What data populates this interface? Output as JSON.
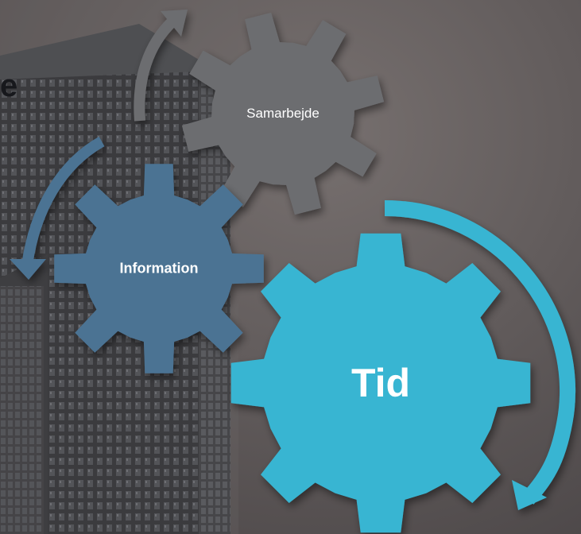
{
  "slide": {
    "title_fragment": "e"
  },
  "gears": [
    {
      "key": "samarbejde",
      "label": "Samarbejde",
      "color": "#6c6d70"
    },
    {
      "key": "information",
      "label": "Information",
      "color": "#4c7393"
    },
    {
      "key": "tid",
      "label": "Tid",
      "color": "#37b5d2"
    }
  ],
  "arrows": [
    {
      "key": "arrow-up",
      "color": "#6c6d70"
    },
    {
      "key": "arrow-left",
      "color": "#4c7393"
    },
    {
      "key": "arrow-right",
      "color": "#37b5d2"
    }
  ],
  "colors": {
    "background": "#5f5a5b",
    "building_dark": "#2c2d30",
    "building_light": "#4a4c50"
  }
}
